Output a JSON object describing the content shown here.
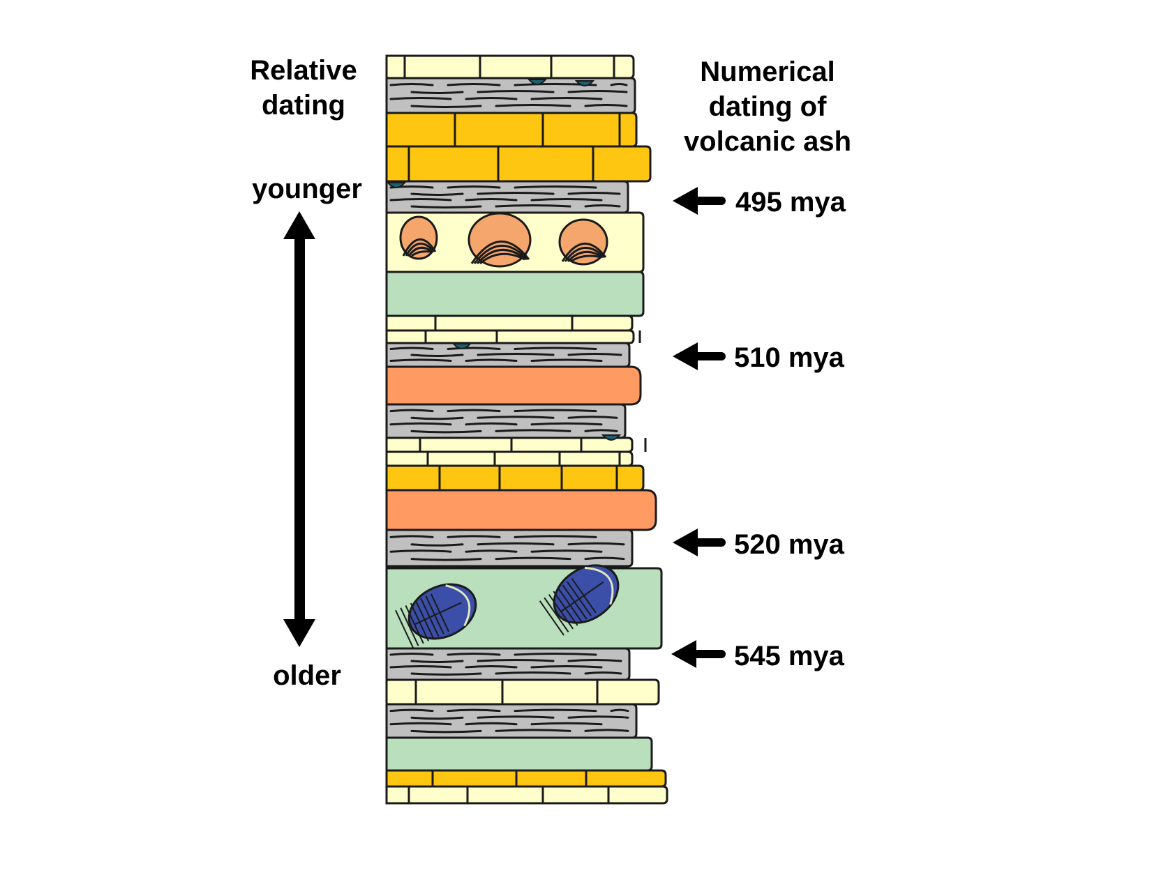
{
  "left_header": {
    "line1": "Relative",
    "line2": "dating"
  },
  "right_header": {
    "line1": "Numerical",
    "line2": "dating of",
    "line3": "volcanic ash"
  },
  "scale": {
    "top_label": "younger",
    "bottom_label": "older"
  },
  "ash_dates": [
    {
      "label": "495 mya"
    },
    {
      "label": "510 mya"
    },
    {
      "label": "520 mya"
    },
    {
      "label": "545 mya"
    }
  ],
  "colors": {
    "outline": "#1a1a1a",
    "pale_limestone": "#ffffcc",
    "yellow_limestone": "#ffc611",
    "shale": "#c0c0c0",
    "green_layer": "#b9dfbd",
    "orange_ash": "#ff9a62",
    "teal_nodule": "#1f5f6e",
    "clam": "#f5a66c",
    "trilobite": "#3b4ea8"
  },
  "layers": [
    {
      "name": "pale-limestone",
      "kind": "brick",
      "color": "pale_limestone"
    },
    {
      "name": "shale",
      "kind": "shale",
      "color": "shale"
    },
    {
      "name": "yellow-limestone",
      "kind": "brick",
      "color": "yellow_limestone"
    },
    {
      "name": "yellow-limestone",
      "kind": "brick",
      "color": "yellow_limestone"
    },
    {
      "name": "shale",
      "kind": "shale",
      "color": "shale"
    },
    {
      "name": "clam-fossil-layer",
      "kind": "fossil-clam",
      "color": "pale_limestone"
    },
    {
      "name": "green-mudstone",
      "kind": "plain",
      "color": "green_layer"
    },
    {
      "name": "pale-limestone",
      "kind": "brick",
      "color": "pale_limestone"
    },
    {
      "name": "pale-limestone",
      "kind": "brick",
      "color": "pale_limestone"
    },
    {
      "name": "shale",
      "kind": "shale",
      "color": "shale"
    },
    {
      "name": "volcanic-ash",
      "kind": "plain",
      "color": "orange_ash"
    },
    {
      "name": "shale",
      "kind": "shale",
      "color": "shale"
    },
    {
      "name": "pale-limestone",
      "kind": "brick",
      "color": "pale_limestone"
    },
    {
      "name": "pale-limestone",
      "kind": "brick",
      "color": "pale_limestone"
    },
    {
      "name": "yellow-limestone",
      "kind": "brick",
      "color": "yellow_limestone"
    },
    {
      "name": "volcanic-ash",
      "kind": "plain",
      "color": "orange_ash"
    },
    {
      "name": "shale",
      "kind": "shale",
      "color": "shale"
    },
    {
      "name": "trilobite-fossil-layer",
      "kind": "fossil-trilobite",
      "color": "green_layer"
    },
    {
      "name": "shale",
      "kind": "shale",
      "color": "shale"
    },
    {
      "name": "pale-limestone",
      "kind": "brick",
      "color": "pale_limestone"
    },
    {
      "name": "shale",
      "kind": "shale",
      "color": "shale"
    },
    {
      "name": "green-mudstone",
      "kind": "plain",
      "color": "green_layer"
    },
    {
      "name": "yellow-limestone",
      "kind": "brick",
      "color": "yellow_limestone"
    },
    {
      "name": "pale-limestone",
      "kind": "brick",
      "color": "pale_limestone"
    }
  ]
}
